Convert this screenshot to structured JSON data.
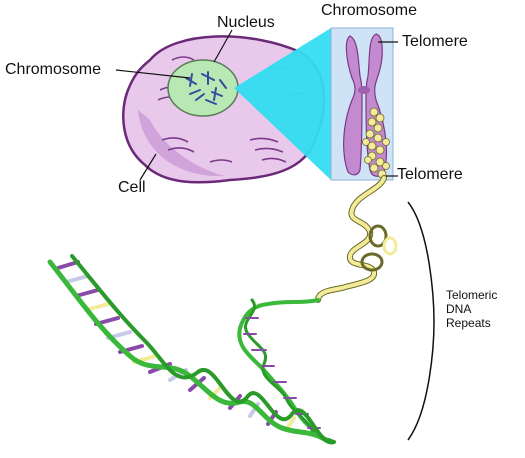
{
  "labels": {
    "nucleus": "Nucleus",
    "chromosome_left": "Chromosome",
    "cell": "Cell",
    "chromosome_top": "Chromosome",
    "telomere_top": "Telomere",
    "telomere_bottom": "Telomere",
    "repeats_line1": "Telomeric",
    "repeats_line2": "DNA",
    "repeats_line3": "Repeats"
  },
  "colors": {
    "cell_fill": "#e8c9ec",
    "cell_outline": "#6a2a78",
    "nucleus_fill": "#b8e8b4",
    "chromosome_purple": "#c48ad0",
    "zoom_cyan": "#33ddf0",
    "panel_blue": "#cfe3f6",
    "telomere_yellow": "#f4eb9a",
    "dna_green": "#3ab83a",
    "dna_purple": "#8a4aa8",
    "line_black": "#111111"
  }
}
